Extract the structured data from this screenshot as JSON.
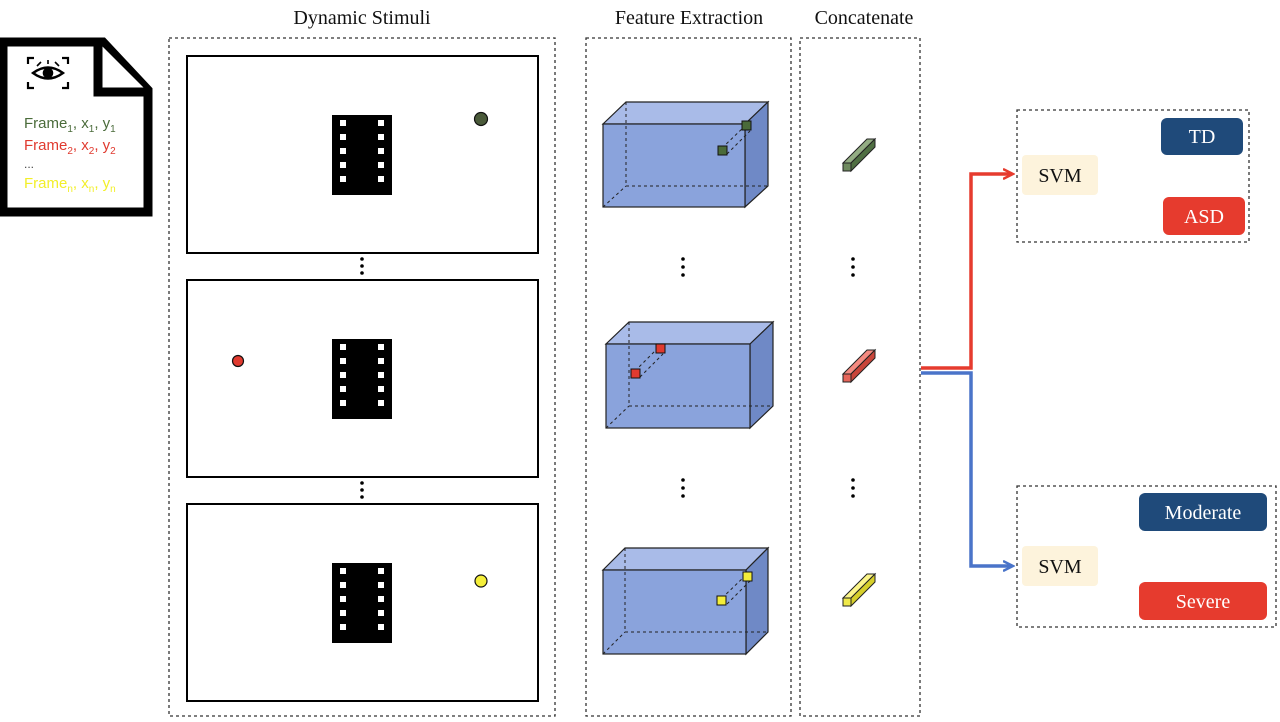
{
  "headers": {
    "dynamic_stimuli": "Dynamic Stimuli",
    "feature_extraction": "Feature Extraction",
    "concatenate": "Concatenate"
  },
  "gaze_file": {
    "icon": "eye-tracking-icon",
    "rows": [
      {
        "frame": "Frame",
        "sub": "1",
        "x": "x",
        "xsub": "1",
        "y": "y",
        "ysub": "1",
        "color": "#4a6b3a"
      },
      {
        "frame": "Frame",
        "sub": "2",
        "x": "x",
        "xsub": "2",
        "y": "y",
        "ysub": "2",
        "color": "#e03a2f"
      },
      {
        "ellipsis": "...",
        "color": "#444444"
      },
      {
        "frame": "Frame",
        "sub": "n",
        "x": "x",
        "xsub": "n",
        "y": "y",
        "ysub": "n",
        "color": "#f2ef2a"
      }
    ]
  },
  "gaze_colors": {
    "green": "#4a6b3a",
    "red": "#e03a2f",
    "yellow": "#f4ee3a"
  },
  "svm_top": {
    "label": "SVM",
    "class_a": "TD",
    "class_b": "ASD",
    "arrow_color": "#e63b2e"
  },
  "svm_bottom": {
    "label": "SVM",
    "class_a": "Moderate",
    "class_b": "Severe",
    "arrow_color": "#4a74c9"
  },
  "colors": {
    "navy": "#1f4a7a",
    "red": "#e63b2e",
    "cream": "#fdf3dc",
    "cube": "#8aa3dc"
  }
}
